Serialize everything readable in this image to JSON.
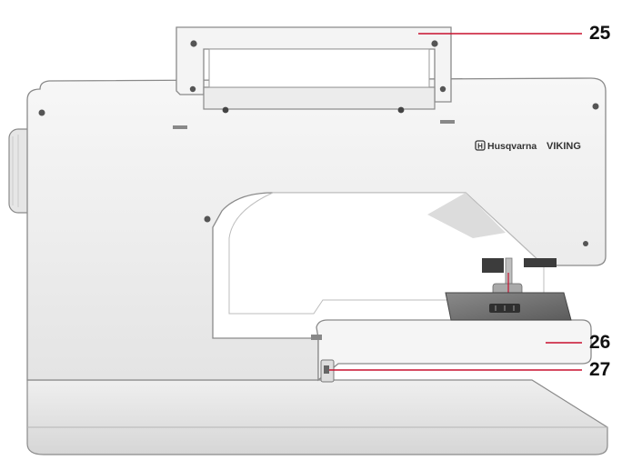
{
  "figure": {
    "brand": {
      "logo_text": "Husqvarna",
      "model_text": "VIKING"
    },
    "callouts": [
      {
        "number": "25",
        "part": "handle"
      },
      {
        "number": "26",
        "part": "free-arm"
      },
      {
        "number": "27",
        "part": "arm-side-slot"
      }
    ]
  },
  "colors": {
    "body": "#f1f1f1",
    "shadow": "#d9d9d9",
    "outline": "#8a8a8a",
    "callout_line": "#c8102e",
    "plate": "#6f6f6f"
  }
}
